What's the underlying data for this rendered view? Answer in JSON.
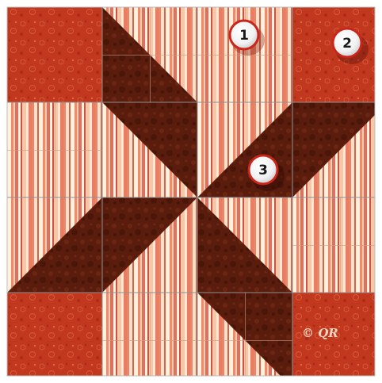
{
  "quilt_block": {
    "callouts": [
      {
        "label": "1"
      },
      {
        "label": "2"
      },
      {
        "label": "3"
      }
    ],
    "copyright_mark": "© QR"
  },
  "colors": {
    "rust_print": "#c2381e",
    "dark_brown": "#5a1c0c",
    "stripe_base": "#f2b99c",
    "frame": "#ffffff",
    "grid_line": "#9a9a9a"
  },
  "icons": {
    "callout": "numbered-circle-icon",
    "copyright": "copyright-mark-icon"
  }
}
